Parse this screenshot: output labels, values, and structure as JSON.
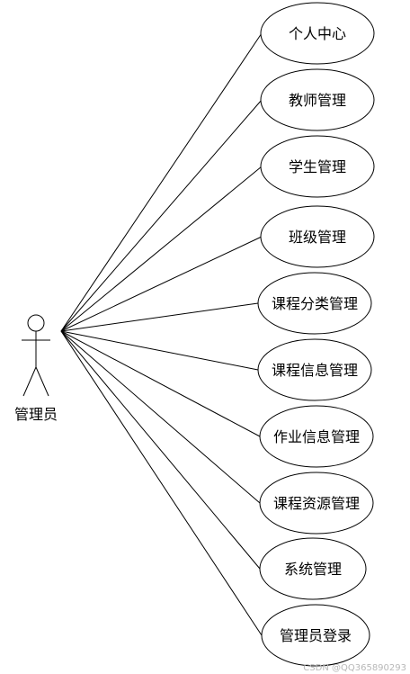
{
  "actor": {
    "name": "管理员",
    "icon": "stick-figure-actor-icon"
  },
  "use_cases": [
    {
      "label": "个人中心"
    },
    {
      "label": "教师管理"
    },
    {
      "label": "学生管理"
    },
    {
      "label": "班级管理"
    },
    {
      "label": "课程分类管理"
    },
    {
      "label": "课程信息管理"
    },
    {
      "label": "作业信息管理"
    },
    {
      "label": "课程资源管理"
    },
    {
      "label": "系统管理"
    },
    {
      "label": "管理员登录"
    }
  ],
  "watermark": "CSDN @QQ365890293"
}
